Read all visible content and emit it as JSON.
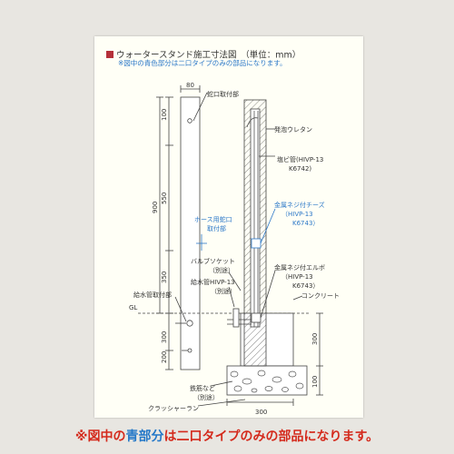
{
  "title": "ウォータースタンド施工寸法図　（単位：mm）",
  "subnote": "※図中の青色部分は二口タイプのみの部品になります。",
  "labels": {
    "faucet_mount": "蛇口取付部",
    "hose_faucet_line1": "ホース用蛇口",
    "hose_faucet_line2": "取付部",
    "valve_socket_line1": "バルブソケット",
    "valve_socket_line2": "（別途）",
    "supply_pipe_line1": "給水管HIVP-13",
    "supply_pipe_line2": "（別途）",
    "supply_mount": "給水管取付部",
    "gl": "GL",
    "rebar_line1": "鉄筋など",
    "rebar_line2": "（別途）",
    "crusher_run": "クラッシャーラン",
    "foam_urethane": "発泡ウレタン",
    "pvc_line1": "塩ビ管(HIVP-13",
    "pvc_line2": "K6742)",
    "metal_tee_line1": "金属ネジ付チーズ",
    "metal_tee_line2": "（HIVP-13",
    "metal_tee_line3": "K6743）",
    "metal_elbow_line1": "金属ネジ付エルボ",
    "metal_elbow_line2": "（HIVP-13",
    "metal_elbow_line3": "K6743）",
    "concrete": "コンクリート"
  },
  "dimensions": {
    "width_top": "80",
    "d100_top": "100",
    "d550": "550",
    "d900": "900",
    "d350": "350",
    "d300_left": "300",
    "d200": "200",
    "d300_right": "300",
    "d100_right": "100",
    "d300_bottom": "300"
  },
  "footer": {
    "prefix": "※図中の",
    "highlight": "青部分",
    "suffix": "は二口タイプのみの部品になります。"
  },
  "colors": {
    "accent_red": "#b5303a",
    "note_blue": "#2c78c8",
    "footer_red": "#d42a1c",
    "footer_blue": "#2478c8",
    "line": "#444444"
  }
}
